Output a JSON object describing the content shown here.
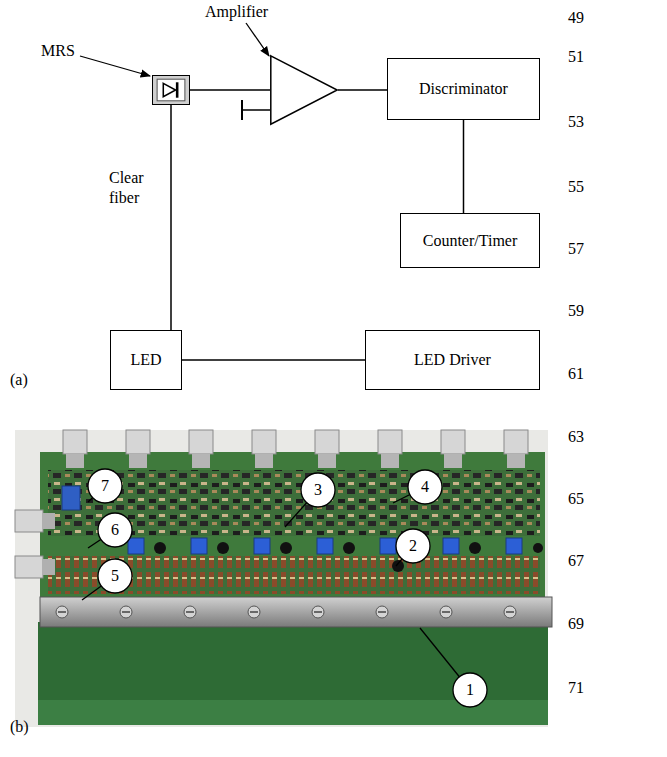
{
  "diagram": {
    "nodes": [
      {
        "text": [
          "MRS"
        ]
      },
      {
        "text": [
          "Amplifier"
        ]
      },
      {
        "text": [
          "Discriminator"
        ]
      },
      {
        "text": [
          "Counter/Timer"
        ]
      },
      {
        "text": [
          "LED"
        ]
      },
      {
        "text": [
          "LED Driver"
        ]
      }
    ],
    "edges": [
      {
        "from": 0,
        "to": 1,
        "arrow": "none"
      },
      {
        "from": 1,
        "to": 2,
        "arrow": "none"
      },
      {
        "from": 2,
        "to": 3,
        "arrow": "none"
      },
      {
        "from": 0,
        "to": 4,
        "label": "Clear fiber",
        "arrow": "none"
      },
      {
        "from": 4,
        "to": 5,
        "arrow": "none"
      }
    ],
    "labels": [
      "(a)",
      "(b)",
      "1",
      "2",
      "3",
      "4",
      "5",
      "6",
      "7",
      "49",
      "51",
      "53",
      "55",
      "57",
      "59",
      "61",
      "63",
      "65",
      "67",
      "69",
      "71"
    ]
  }
}
